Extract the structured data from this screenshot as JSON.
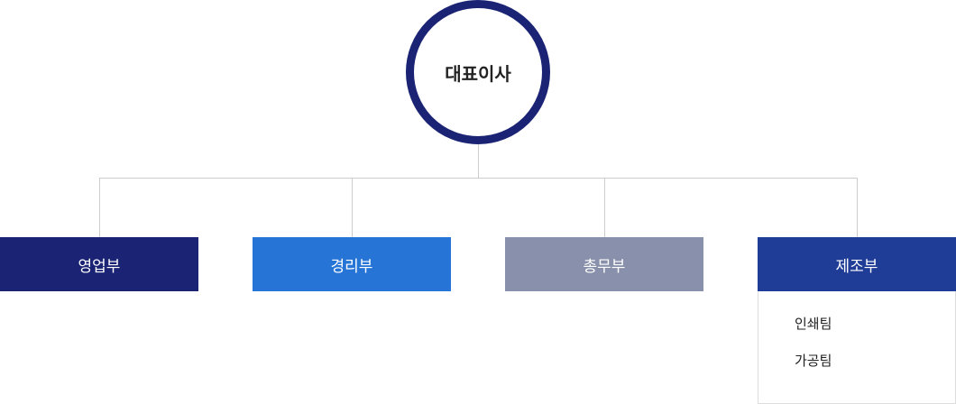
{
  "ceo": {
    "label": "대표이사",
    "color": "#1b2474"
  },
  "connector_color": "#cccccc",
  "departments": [
    {
      "label": "영업부",
      "color": "#1b2474"
    },
    {
      "label": "경리부",
      "color": "#2574d6"
    },
    {
      "label": "총무부",
      "color": "#8890ab"
    },
    {
      "label": "제조부",
      "color": "#1f3c96"
    }
  ],
  "manufacturing_teams": [
    {
      "label": "인쇄팀"
    },
    {
      "label": "가공팀"
    }
  ]
}
